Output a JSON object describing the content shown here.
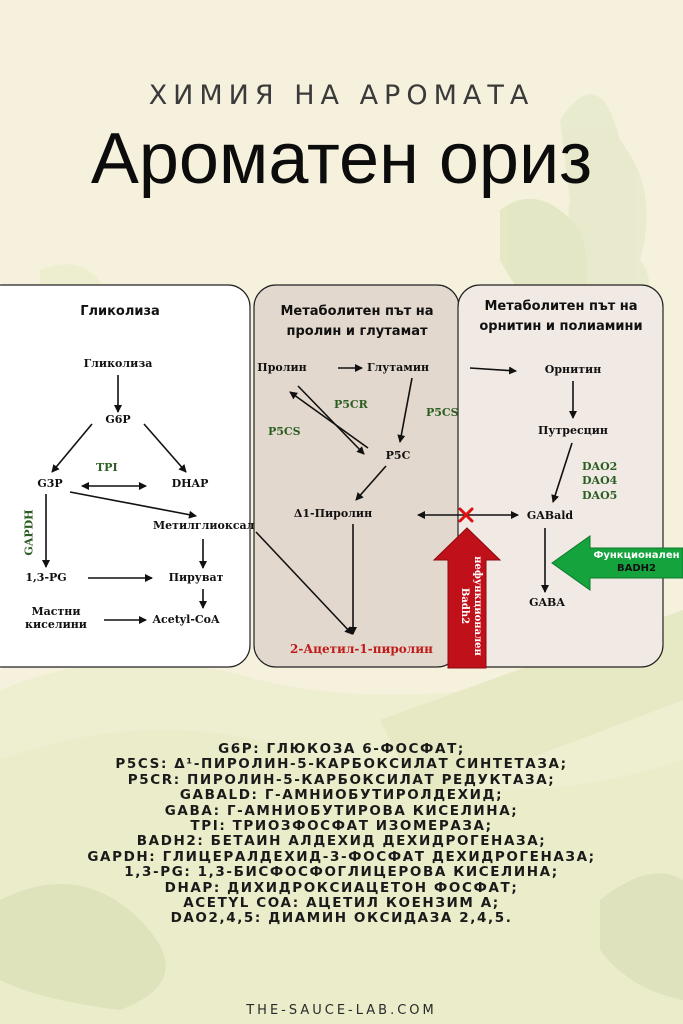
{
  "header": {
    "kicker": "ХИМИЯ НА АРОМАТА",
    "title": "Ароматен ориз"
  },
  "panels": {
    "glycolysis": {
      "title": "Гликолиза"
    },
    "proline": {
      "title_line1": "Метаболитен път на",
      "title_line2": "пролин и глутамат"
    },
    "ornithine": {
      "title_line1": "Метаболитен път на",
      "title_line2": "орнитин и полиамини"
    }
  },
  "nodes": {
    "glycolysis": "Гликолиза",
    "g6p": "G6P",
    "g3p": "G3P",
    "dhap": "DHAP",
    "methylglyoxal": "Метилглиоксал",
    "pg13": "1,3-PG",
    "pyruvate": "Пируват",
    "fatty1": "Мастни",
    "fatty2": "киселини",
    "acetylcoa": "Acetyl-CoA",
    "proline": "Пролин",
    "glutamine": "Глутамин",
    "p5c": "P5C",
    "pyrroline": "Δ1-Пиролин",
    "ornithine": "Орнитин",
    "putrescine": "Путресцин",
    "gabald": "GABald",
    "gaba": "GABA"
  },
  "enzymes": {
    "tpi": "TPI",
    "gapdh": "GAPDH",
    "p5cr": "P5CR",
    "p5cs_left": "P5CS",
    "p5cs_right": "P5CS",
    "dao2": "DAO2",
    "dao4": "DAO4",
    "dao5": "DAO5"
  },
  "product": "2-Ацетил-1-пиролин",
  "badh2": {
    "nonfunctional_line1": "нефункционален",
    "nonfunctional_line2": "Badh2",
    "functional_line1": "Функционален",
    "functional_line2": "BADH2"
  },
  "legend": [
    "G6P: ГЛЮКОЗА 6-ФОСФАТ;",
    "P5CS: Δ¹-ПИРОЛИН-5-КАРБОКСИЛАТ СИНТЕТАЗА;",
    "P5CR: ПИРОЛИН-5-КАРБОКСИЛАТ РЕДУКТАЗА;",
    "GABALD: Г-АМНИОБУТИРОЛДЕХИД;",
    "GABA: Г-АМНИОБУТИРОВА КИСЕЛИНА;",
    "TPI: ТРИОЗФОСФАТ ИЗОМЕРАЗА;",
    "BADH2: БЕТАИН АЛДЕХИД ДЕХИДРОГЕНАЗА;",
    "GAPDH: ГЛИЦЕРАЛДЕХИД-3-ФОСФАТ ДЕХИДРОГЕНАЗА;",
    "1,3-PG: 1,3-БИСФОСФОГЛИЦЕРОВА КИСЕЛИНА;",
    "DHAP: ДИХИДРОКСИАЦЕТОН ФОСФАТ;",
    "ACETYL COA: АЦЕТИЛ КОЕНЗИМ А;",
    "DAO2,4,5: ДИАМИН ОКСИДАЗА 2,4,5."
  ],
  "footer": "THE-SAUCE-LAB.COM",
  "colors": {
    "background": "#f6f1dc",
    "panel_glycolysis": "#ffffff",
    "panel_proline": "#e3d8cd",
    "panel_ornithine": "#f1e9e4",
    "enzyme_green": "#2b5e22",
    "product_red": "#c01b1b",
    "nonfunctional_arrow": "#c0111a",
    "functional_arrow": "#14a33c"
  }
}
